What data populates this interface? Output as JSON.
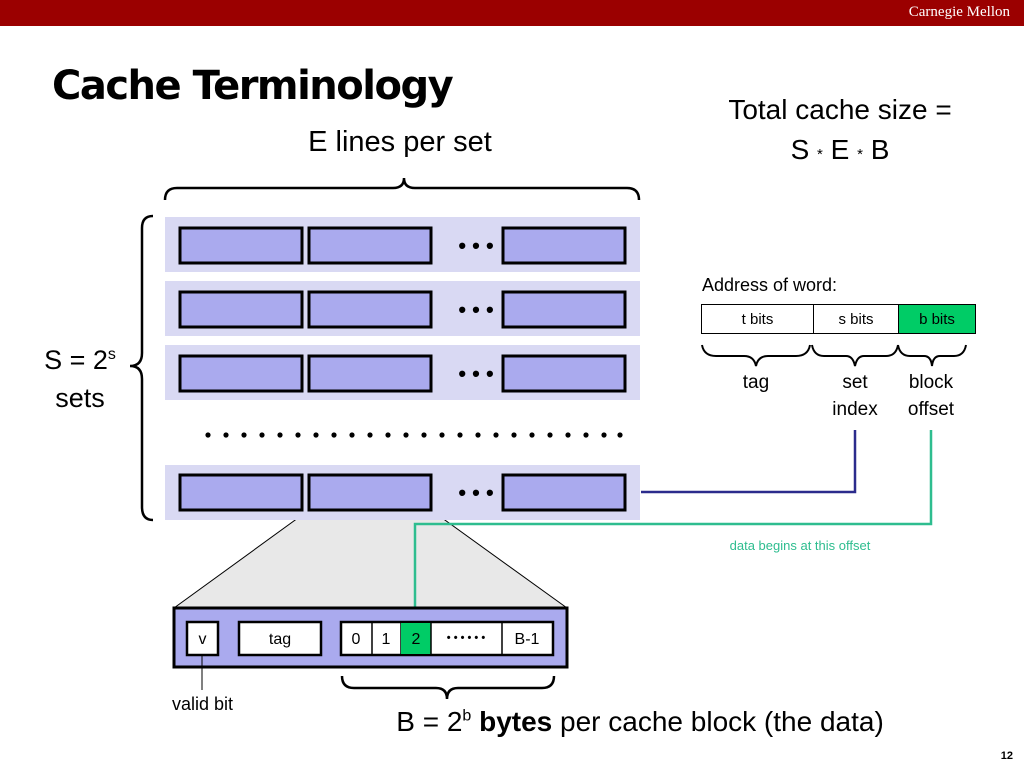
{
  "header": {
    "brand": "Carnegie Mellon"
  },
  "slide": {
    "title": "Cache Terminology",
    "total_line1": "Total cache size =",
    "total_s": "S",
    "total_e": "E",
    "total_b": "B",
    "total_op": "*",
    "e_lines": "E lines per set",
    "sets_s": "S = 2",
    "sets_exp": "s",
    "sets_word": "sets",
    "ellipsis": "• • •",
    "page_number": "12"
  },
  "address": {
    "label": "Address of word:",
    "fields": [
      "t bits",
      "s bits",
      "b bits"
    ],
    "labels": {
      "tag": "tag",
      "set1": "set",
      "set2": "index",
      "block1": "block",
      "block2": "offset"
    },
    "note": "data begins at this offset"
  },
  "line_detail": {
    "valid": "v",
    "tag": "tag",
    "bytes": [
      "0",
      "1",
      "2"
    ],
    "dots": "• • • • • •",
    "last": "B-1",
    "valid_bit_label": "valid bit"
  },
  "block": {
    "b_prefix": "B = 2",
    "b_exp": "b",
    "b_bold": "bytes",
    "b_suffix": " per cache block (the data)"
  },
  "colors": {
    "header_red": "#9b0000",
    "set_row_bg": "#d9d9f3",
    "cache_line_fill": "#aaaaee",
    "highlight_green": "#00cc66",
    "connector_navy": "#2b2b8c",
    "connector_teal": "#2ebd8f"
  }
}
